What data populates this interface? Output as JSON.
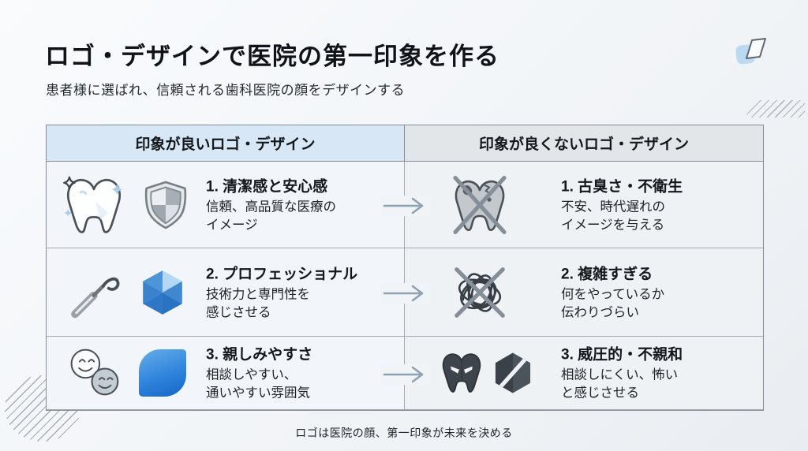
{
  "slide": {
    "title": "ロゴ・デザインで医院の第一印象を作る",
    "subtitle": "患者様に選ばれ、信頼される歯科医院の顔をデザインする",
    "footer": "ロゴは医院の顔、第一印象が未来を決める"
  },
  "table": {
    "header_good": "印象が良いロゴ・デザイン",
    "header_bad": "印象が良くないロゴ・デザイン",
    "rows": [
      {
        "good": {
          "title": "1. 清潔感と安心感",
          "desc": "信頼、高品質な医療の\nイメージ",
          "icons": [
            "sparkle-tooth-icon",
            "check-shield-icon"
          ]
        },
        "bad": {
          "title": "1. 古臭さ・不衛生",
          "desc": "不安、時代遅れの\nイメージを与える",
          "icons": [
            "decayed-tooth-crossed-icon"
          ]
        }
      },
      {
        "good": {
          "title": "2. プロフェッショナル",
          "desc": "技術力と専門性を\n感じさせる",
          "icons": [
            "dental-probe-icon",
            "faceted-cube-logo-icon"
          ]
        },
        "bad": {
          "title": "2. 複雑すぎる",
          "desc": "何をやっているか\n伝わりづらい",
          "icons": [
            "scribble-crossed-icon"
          ]
        }
      },
      {
        "good": {
          "title": "3. 親しみやすさ",
          "desc": "相談しやすい、\n通いやすい雰囲気",
          "icons": [
            "smiley-faces-icon",
            "leaf-logo-icon"
          ]
        },
        "bad": {
          "title": "3. 威圧的・不親和",
          "desc": "相談しにくい、怖い\nと感じさせる",
          "icons": [
            "menacing-tooth-icon",
            "striped-hexagon-icon"
          ]
        }
      }
    ]
  },
  "colors": {
    "header_good_bg": "#d7e7f5",
    "header_bad_bg": "#e2e6e9",
    "cell_good_bg": "#f2f6fa",
    "cell_bad_bg": "#eff2f5",
    "table_border": "#848b93",
    "arrow": "#8ea2b4",
    "logo_blue": "#2f7ac6",
    "leaf_gradient_top": "#66aee8",
    "leaf_gradient_bottom": "#1668c8",
    "dark_icon": "#3f464e"
  }
}
